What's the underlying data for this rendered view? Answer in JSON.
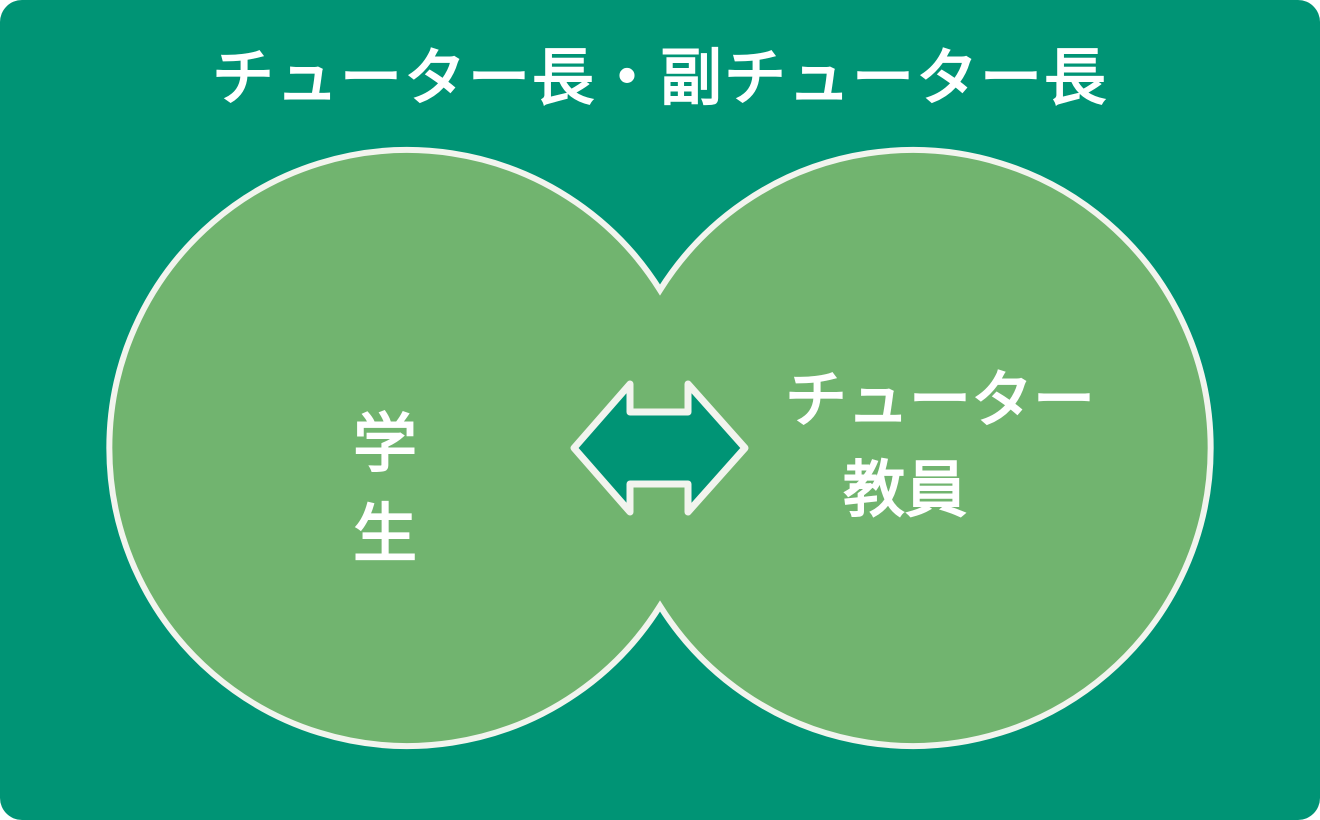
{
  "title": "チューター長・副チューター長",
  "left_group": {
    "label": "学 生"
  },
  "right_group": {
    "line1": "チューター",
    "line2": "教員"
  },
  "connector": {
    "icon": "double-headed-arrow-icon"
  },
  "colors": {
    "background": "#009475",
    "circle_fill": "#71b46f",
    "outline": "#f2f4ee",
    "text": "#ffffff"
  }
}
